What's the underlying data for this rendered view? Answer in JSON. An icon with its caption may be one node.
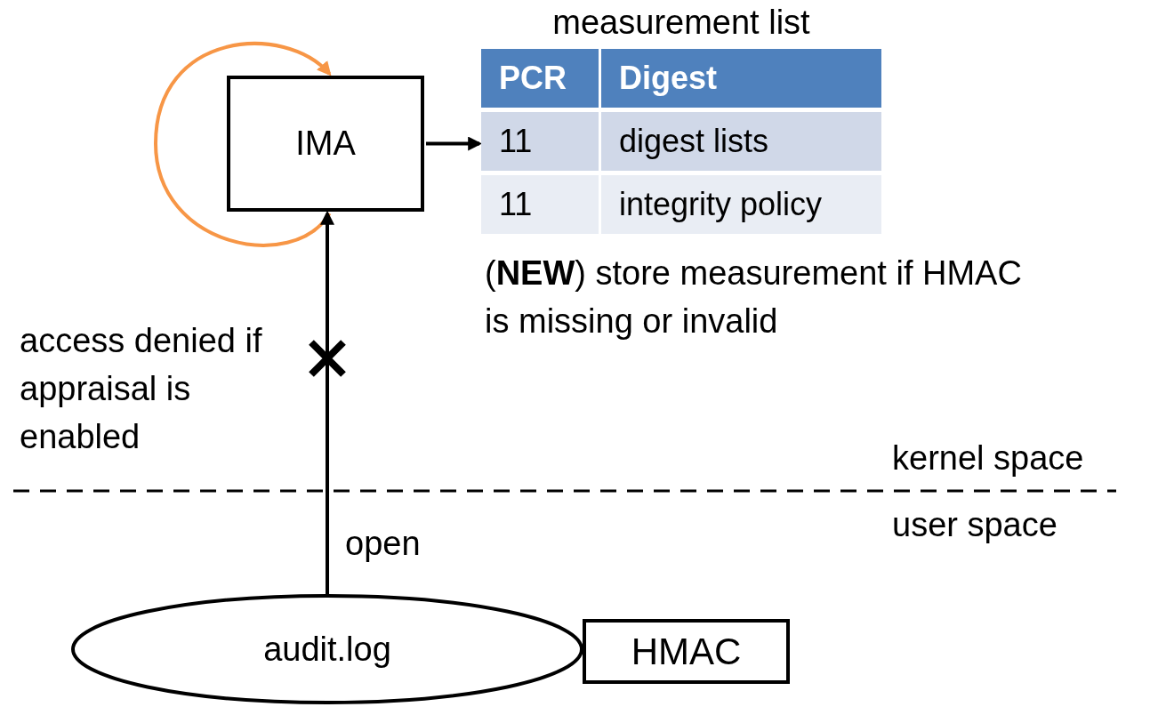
{
  "diagram": {
    "nodes": [
      {
        "text": [
          "IMA"
        ]
      },
      {
        "text": [
          "measurement list"
        ]
      },
      {
        "text": [
          "audit.log"
        ]
      },
      {
        "text": [
          "HMAC"
        ]
      }
    ],
    "edges": [
      {
        "from": 0,
        "to": 0,
        "arrow": "to",
        "color": "#f79646"
      },
      {
        "from": 0,
        "to": 1,
        "arrow": "to"
      },
      {
        "from": 2,
        "to": 0,
        "arrow": "to",
        "label": "open"
      }
    ],
    "labels": [
      "PCR",
      "Digest",
      "11",
      "digest lists",
      "11",
      "integrity policy",
      "(**NEW**) store measurement if HMAC is missing or invalid",
      "access denied if appraisal is enabled",
      "kernel space",
      "user space"
    ]
  }
}
